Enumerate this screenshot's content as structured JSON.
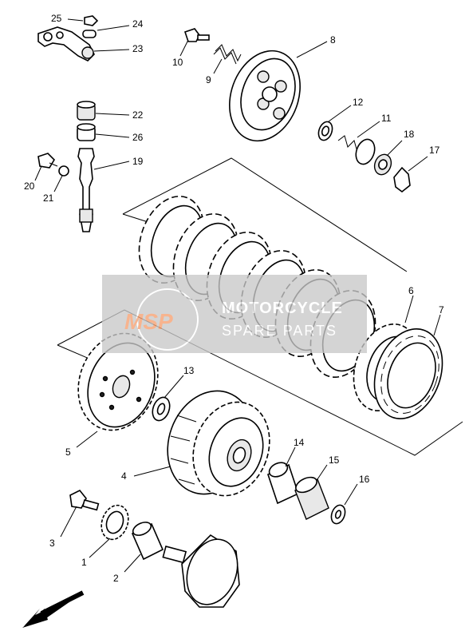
{
  "diagram": {
    "labels": {
      "p1": "1",
      "p2": "2",
      "p3": "3",
      "p4": "4",
      "p5": "5",
      "p6": "6",
      "p7": "7",
      "p8": "8",
      "p9": "9",
      "p10": "10",
      "p11": "11",
      "p12": "12",
      "p13": "13",
      "p14": "14",
      "p15": "15",
      "p16": "16",
      "p17": "17",
      "p18": "18",
      "p19": "19",
      "p20": "20",
      "p21": "21",
      "p22": "22",
      "p23": "23",
      "p24": "24",
      "p25": "25",
      "p26": "26"
    }
  },
  "watermark": {
    "logo": "MSP",
    "line1": "MOTORCYCLE",
    "line2": "SPARE PARTS"
  },
  "colors": {
    "watermark_band": "#c8c8c8",
    "watermark_logo": "#f5a070"
  }
}
